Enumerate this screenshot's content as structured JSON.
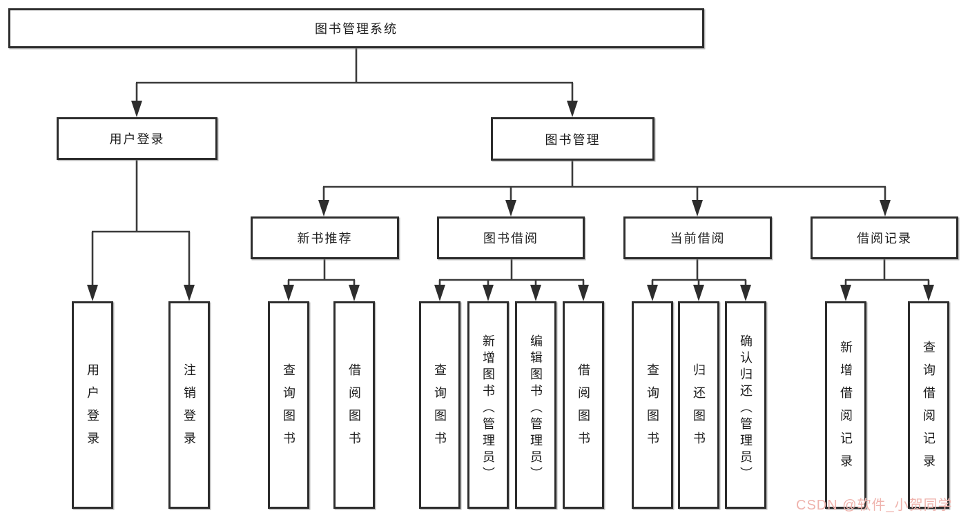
{
  "diagram": {
    "root": {
      "label": "图书管理系统"
    },
    "branches": [
      {
        "label": "用户登录",
        "children": [
          {
            "label": "用户登录"
          },
          {
            "label": "注销登录"
          }
        ]
      },
      {
        "label": "图书管理",
        "children": [
          {
            "label": "新书推荐",
            "children": [
              {
                "label": "查询图书"
              },
              {
                "label": "借阅图书"
              }
            ]
          },
          {
            "label": "图书借阅",
            "children": [
              {
                "label": "查询图书"
              },
              {
                "label": "新增图书（管理员）"
              },
              {
                "label": "编辑图书（管理员）"
              },
              {
                "label": "借阅图书"
              }
            ]
          },
          {
            "label": "当前借阅",
            "children": [
              {
                "label": "查询图书"
              },
              {
                "label": "归还图书"
              },
              {
                "label": "确认归还（管理员）"
              }
            ]
          },
          {
            "label": "借阅记录",
            "children": [
              {
                "label": "新增借阅记录"
              },
              {
                "label": "查询借阅记录"
              }
            ]
          }
        ]
      }
    ]
  },
  "watermark": {
    "text": "CSDN @软件_小贺同学",
    "color": "#efb3ad"
  },
  "colors": {
    "line": "#3a3a3a",
    "box_border": "#2d2d2d",
    "text": "#1c1c1c",
    "background": "#ffffff"
  }
}
